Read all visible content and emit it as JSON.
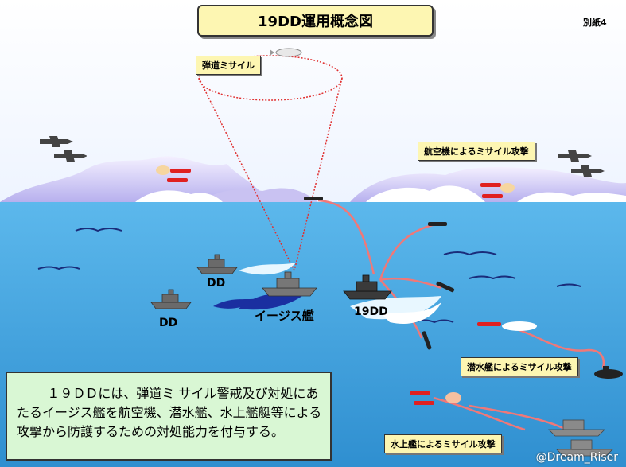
{
  "title": "19DD運用概念図",
  "attachment": "別紙4",
  "labels": {
    "ballistic_missile": "弾道ミサイル",
    "aircraft_attack": "航空機によるミサイル攻撃",
    "submarine_attack": "潜水艦によるミサイル攻撃",
    "surface_attack": "水上艦によるミサイル攻撃",
    "dd_1": "DD",
    "dd_2": "DD",
    "aegis": "イージス艦",
    "ship_19dd": "19DD"
  },
  "description": "１９ＤＤには、弾道ミ サイル警戒及び対処にあたるイージス艦を航空機、潜水艦、水上艦艇等による攻撃から防護するための対処能力を付与する。",
  "watermark": "@Dream_Riser",
  "colors": {
    "sky_top": "#ffffff",
    "sea": "#3aa0dc",
    "label_bg": "#fdf6b2",
    "desc_bg": "#d9f7d4",
    "trail": "#f08080",
    "missile": "#e02020"
  }
}
